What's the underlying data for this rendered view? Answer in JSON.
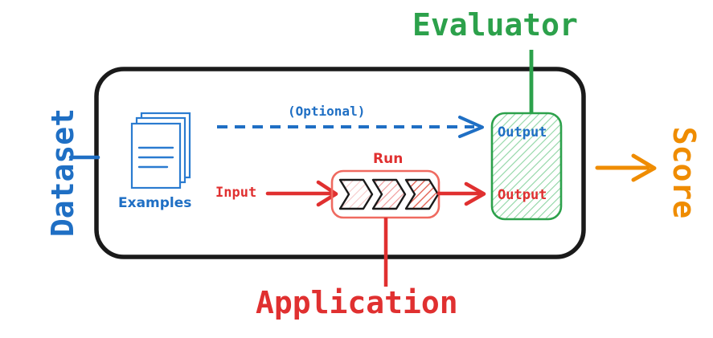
{
  "diagram": {
    "title": "Evaluation pipeline diagram",
    "outer_labels": {
      "dataset": "Dataset",
      "evaluator": "Evaluator",
      "application": "Application",
      "score": "Score"
    },
    "inner_labels": {
      "examples": "Examples",
      "input": "Input",
      "run": "Run",
      "optional": "(Optional)",
      "output_reference": "Output",
      "output_prediction": "Output"
    },
    "icons": {
      "examples": "documents-stack-icon",
      "run": "chevrons-pipeline-icon",
      "evaluator": "output-comparison-box-icon"
    },
    "colors": {
      "blue": "#1f6fc4",
      "red": "#e03030",
      "green": "#2ca14b",
      "orange": "#ef8c00",
      "black": "#1a1a1a",
      "white": "#ffffff"
    },
    "connections": [
      {
        "name": "dataset-to-container",
        "from": "Dataset",
        "to": "container",
        "style": "solid",
        "color": "#1f6fc4",
        "arrow": false
      },
      {
        "name": "examples-to-output-optional",
        "from": "Examples",
        "to": "Output",
        "style": "dashed",
        "color": "#1f6fc4",
        "arrow": true,
        "label": "(Optional)"
      },
      {
        "name": "input-to-run",
        "from": "Input",
        "to": "Run",
        "style": "solid",
        "color": "#e03030",
        "arrow": true
      },
      {
        "name": "run-to-output",
        "from": "Run",
        "to": "Output",
        "style": "solid",
        "color": "#e03030",
        "arrow": true
      },
      {
        "name": "application-to-run",
        "from": "Application",
        "to": "Run",
        "style": "solid",
        "color": "#e03030",
        "arrow": false
      },
      {
        "name": "evaluator-to-output",
        "from": "Evaluator",
        "to": "Output",
        "style": "solid",
        "color": "#2ca14b",
        "arrow": false
      },
      {
        "name": "output-to-score",
        "from": "Output",
        "to": "Score",
        "style": "solid",
        "color": "#ef8c00",
        "arrow": true
      }
    ]
  }
}
